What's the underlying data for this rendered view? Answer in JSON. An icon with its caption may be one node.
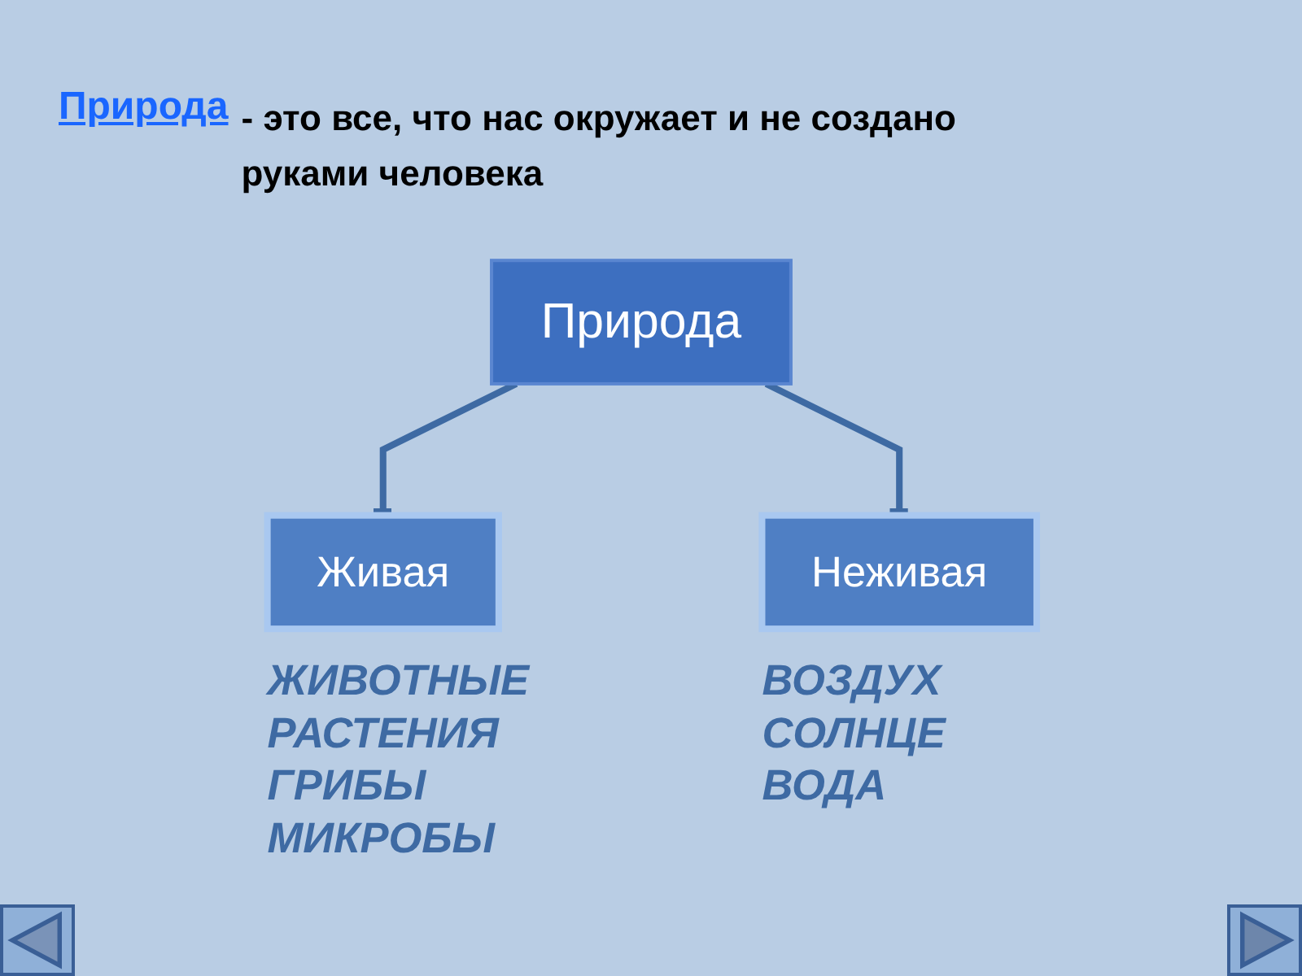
{
  "diagram": {
    "title": "Природа",
    "nodes": [
      {
        "text": [
          "Природа"
        ]
      },
      {
        "text": [
          "Живая"
        ],
        "beside": [
          "ЖИВОТНЫЕ",
          "РАСТЕНИЯ",
          "ГРИБЫ",
          "МИКРОБЫ"
        ]
      },
      {
        "text": [
          "Неживая"
        ],
        "beside": [
          "ВОЗДУХ",
          "СОЛНЦЕ",
          "ВОДА"
        ]
      }
    ],
    "edges": [
      {
        "from": 0,
        "to": 1,
        "arrow": "other"
      },
      {
        "from": 0,
        "to": 2,
        "arrow": "other"
      }
    ],
    "labels": [
      "- это все,  что нас  окружает и не создано руками человека"
    ]
  }
}
